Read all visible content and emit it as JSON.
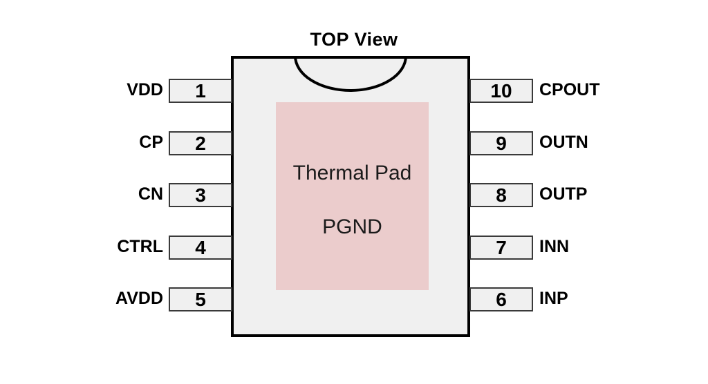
{
  "diagram": {
    "title": "TOP View",
    "package": {
      "body_fill": "#f0f0f0",
      "body_border": "#000000"
    },
    "thermal_pad": {
      "line1": "Thermal Pad",
      "line2": "PGND",
      "fill": "#ebcccc"
    },
    "pins_left": [
      {
        "number": "1",
        "name": "VDD"
      },
      {
        "number": "2",
        "name": "CP"
      },
      {
        "number": "3",
        "name": "CN"
      },
      {
        "number": "4",
        "name": "CTRL"
      },
      {
        "number": "5",
        "name": "AVDD"
      }
    ],
    "pins_right": [
      {
        "number": "10",
        "name": "CPOUT"
      },
      {
        "number": "9",
        "name": "OUTN"
      },
      {
        "number": "8",
        "name": "OUTP"
      },
      {
        "number": "7",
        "name": "INN"
      },
      {
        "number": "6",
        "name": "INP"
      }
    ]
  }
}
